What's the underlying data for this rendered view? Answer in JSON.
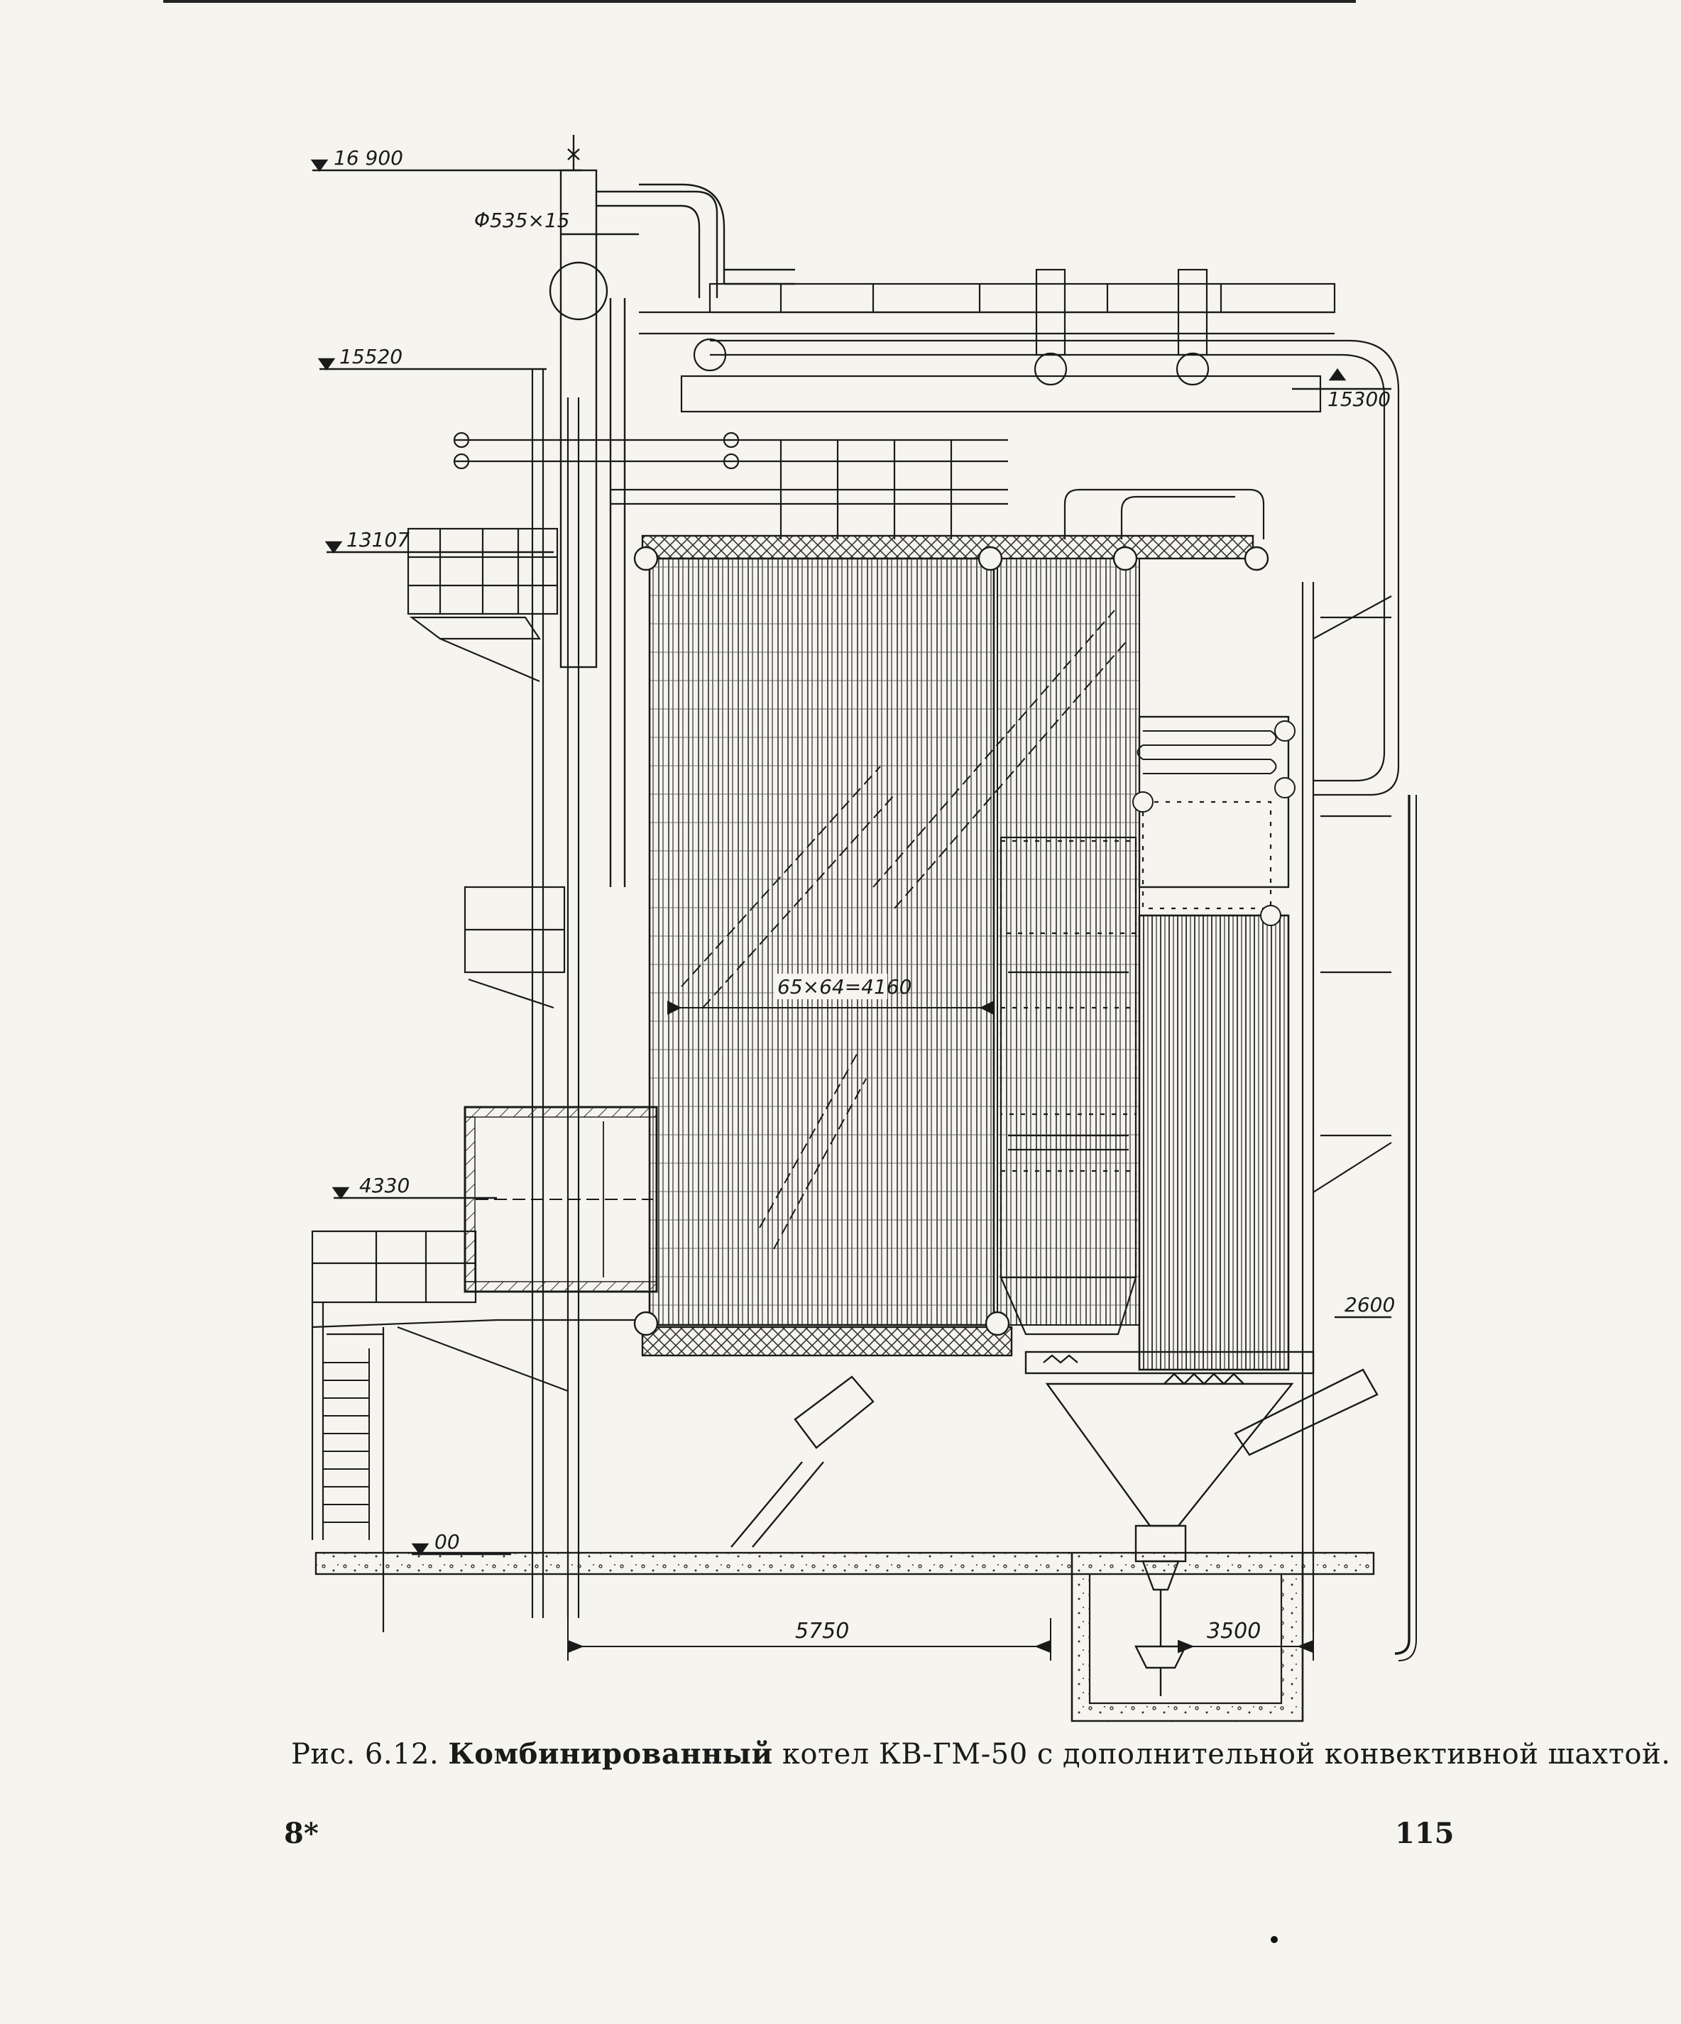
{
  "elevations": {
    "e16900": "16 900",
    "e15520": "15520",
    "e15300": "15300",
    "e13107": "13107",
    "e4330": "4330",
    "e00": "00",
    "e2600": "2600"
  },
  "dimensions": {
    "pipe": "Φ535×15",
    "tubes": "65×64=4160",
    "d5750": "5750",
    "d3500": "3500"
  },
  "caption": {
    "prefix": "Рис. 6.12.",
    "bold_part": "Комбинированный",
    "rest": "котел КВ-ГМ-50 с дополнительной конвективной шахтой."
  },
  "footer": {
    "left": "8*",
    "page_number": "115"
  }
}
